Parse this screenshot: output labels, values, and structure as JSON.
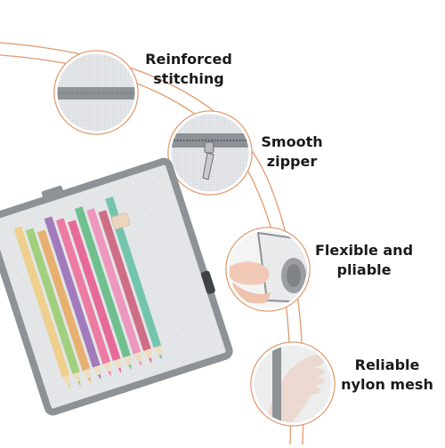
{
  "features": [
    {
      "line1": "Reinforced",
      "line2": "stitching",
      "icon": "reinforced-stitching-detail"
    },
    {
      "line1": "Smooth",
      "line2": "zipper",
      "icon": "zipper-pull-detail"
    },
    {
      "line1": "Flexible and",
      "line2": "pliable",
      "icon": "rolled-pouch-detail"
    },
    {
      "line1": "Reliable",
      "line2": "nylon mesh",
      "icon": "hand-behind-mesh-detail"
    }
  ],
  "colors": {
    "arc": "#e09a6e",
    "mesh": "#dcdfe2",
    "trim": "#8d9297",
    "circle_border": "#ffffff"
  },
  "pencil_colors": [
    "#f2c15a",
    "#7cc242",
    "#e8902c",
    "#7b3fa3",
    "#ef3f7b",
    "#e6246a",
    "#2fa95c",
    "#f06aa6",
    "#c22a4f",
    "#34b08a"
  ]
}
